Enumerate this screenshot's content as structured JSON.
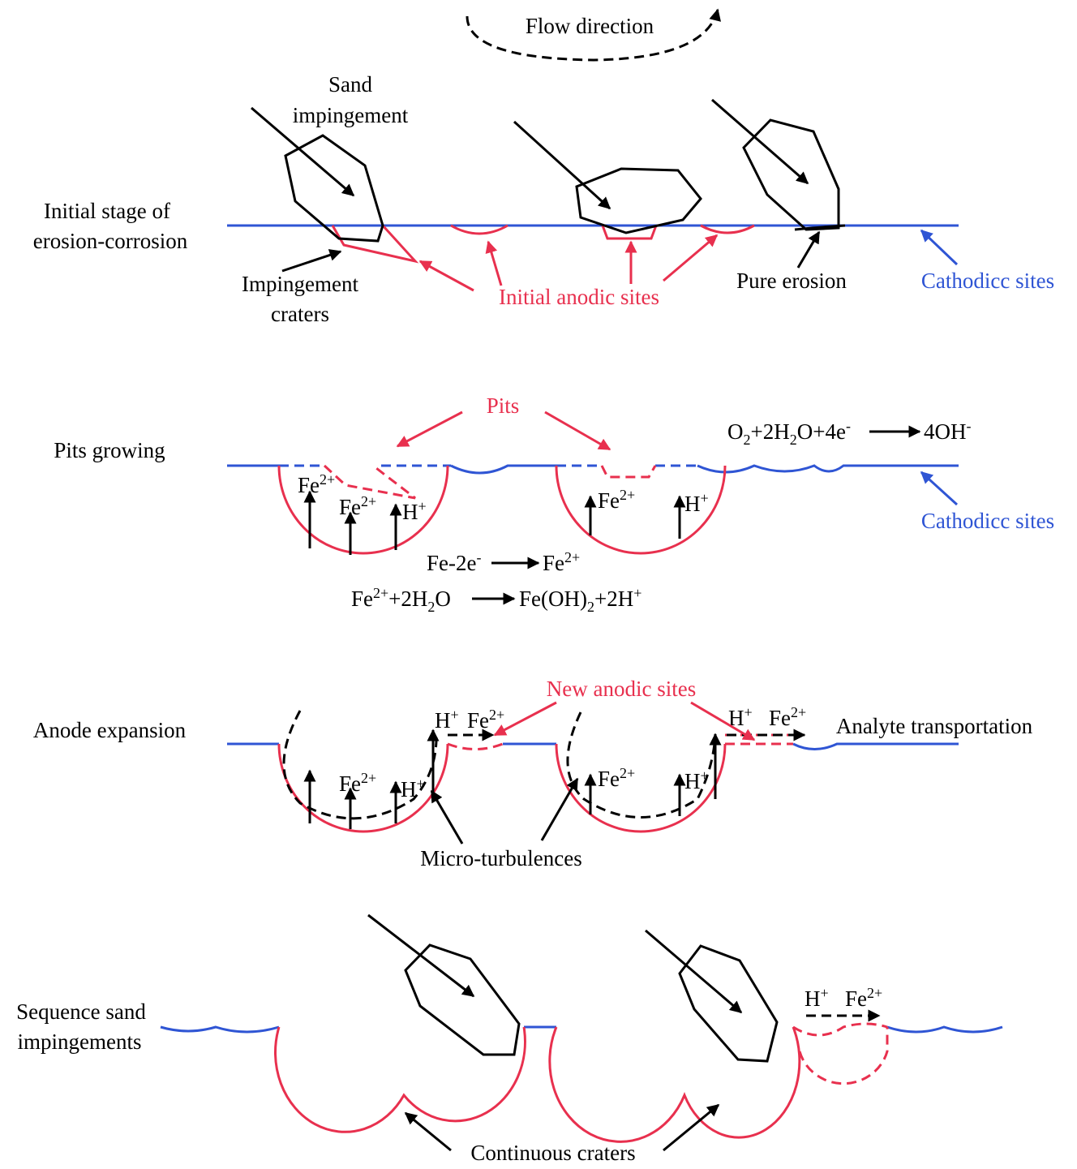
{
  "colors": {
    "anodic": "#e8304e",
    "cathodic": "#2f55d4",
    "ink": "#000000"
  },
  "header": {
    "flow_direction": "Flow direction"
  },
  "stage1": {
    "title_line1": "Initial stage of",
    "title_line2": "erosion-corrosion",
    "sand_line1": "Sand",
    "sand_line2": "impingement",
    "craters_line1": "Impingement",
    "craters_line2": "craters",
    "initial_anodic": "Initial anodic sites",
    "pure_erosion": "Pure erosion",
    "cathodic": "Cathodicc sites"
  },
  "stage2": {
    "title": "Pits growing",
    "pits": "Pits",
    "cathodic": "Cathodicc sites",
    "ion_fe": "Fe",
    "ion_h": "H",
    "charge_fe": "2+",
    "charge_h": "+",
    "eq_cathodic": {
      "a": "O",
      "a_sub": "2",
      "b": "+2H",
      "b_sub": "2",
      "c": "O+4e",
      "c_sup": "-",
      "d": "4OH",
      "d_sup": "-"
    },
    "eq_anodic1": {
      "a": "Fe-2e",
      "a_sup": "-",
      "b": "Fe",
      "b_sup": "2+"
    },
    "eq_anodic2": {
      "a": "Fe",
      "a_sup": "2+",
      "b": "+2H",
      "b_sub": "2",
      "c": "O",
      "d": "Fe(OH)",
      "d_sub": "2",
      "e": "+2H",
      "e_sup": "+"
    }
  },
  "stage3": {
    "title": "Anode expansion",
    "new_anodic": "New anodic sites",
    "analyte": "Analyte transportation",
    "micro": "Micro-turbulences"
  },
  "stage4": {
    "title_line1": "Sequence sand",
    "title_line2": "impingements",
    "continuous": "Continuous craters"
  }
}
